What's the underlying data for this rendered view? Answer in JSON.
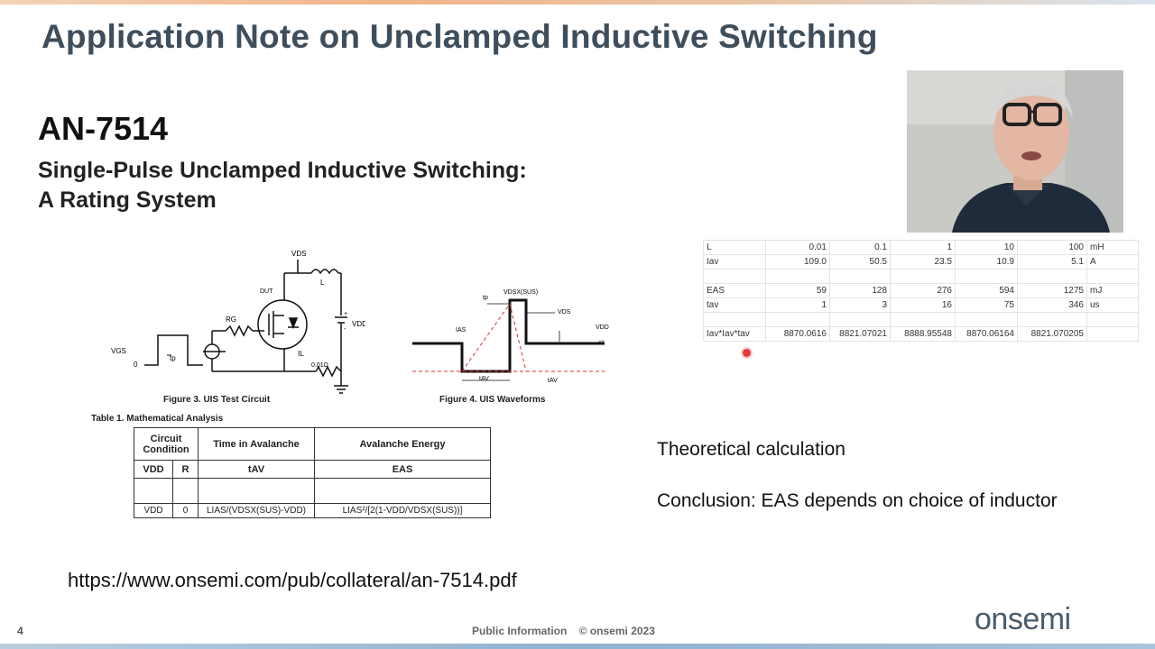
{
  "slide": {
    "title": "Application Note on Unclamped Inductive Switching",
    "an_number": "AN-7514",
    "an_subtitle_line1": "Single-Pulse Unclamped Inductive Switching:",
    "an_subtitle_line2": "A Rating System",
    "url": "https://www.onsemi.com/pub/collateral/an-7514.pdf",
    "theory_text": "Theoretical calculation",
    "conclusion_text": "Conclusion: EAS depends on choice of inductor",
    "page_number": "4",
    "footer_text": "Public Information    © onsemi 2023",
    "logo_text": "onsemi"
  },
  "figure3": {
    "caption": "Figure 3.  UIS Test Circuit",
    "labels": {
      "vds": "VDS",
      "l": "L",
      "dut": "DUT",
      "rg": "RG",
      "vdd": "VDD",
      "vgs": "VGS",
      "zero": "0",
      "tp": "tp",
      "il": "IL",
      "resistor": "0.01Ω",
      "plus": "+",
      "minus": "-"
    }
  },
  "figure4": {
    "caption": "Figure 4.  UIS Waveforms",
    "labels": {
      "vdsx": "VDSX(SUS)",
      "tp": "tp",
      "vds": "VDS",
      "vdd": "VDD",
      "ias": "IAS",
      "tav1": "tAV",
      "tav2": "tAV",
      "marker": "#2"
    }
  },
  "math_table": {
    "caption": "Table 1. Mathematical Analysis",
    "header_circuit": "Circuit Condition",
    "header_time": "Time in Avalanche",
    "header_energy": "Avalanche Energy",
    "sub_vdd": "VDD",
    "sub_r": "R",
    "sub_tav": "tAV",
    "sub_eas": "EAS",
    "row_vdd": "VDD",
    "row_r": "0",
    "row_tav": "LIAS/(VDSX(SUS)-VDD)",
    "row_eas": "LIAS²/[2(1-VDD/VDSX(SUS))]"
  },
  "calc_table": {
    "rows": [
      [
        "L",
        "0.01",
        "0.1",
        "1",
        "10",
        "100",
        "mH"
      ],
      [
        "Iav",
        "109.0",
        "50.5",
        "23.5",
        "10.9",
        "5.1",
        "A"
      ],
      [
        "",
        "",
        "",
        "",
        "",
        "",
        ""
      ],
      [
        "EAS",
        "59",
        "128",
        "276",
        "594",
        "1275",
        "mJ"
      ],
      [
        "tav",
        "1",
        "3",
        "16",
        "75",
        "346",
        "us"
      ],
      [
        "",
        "",
        "",
        "",
        "",
        "",
        ""
      ],
      [
        "Iav*Iav*tav",
        "8870.0616",
        "8821.07021",
        "8888.95548",
        "8870.06164",
        "8821.070205",
        ""
      ]
    ]
  },
  "colors": {
    "title": "#3f4e5c",
    "accent_red": "#e23b3b",
    "logo": "#4a5b6a"
  }
}
